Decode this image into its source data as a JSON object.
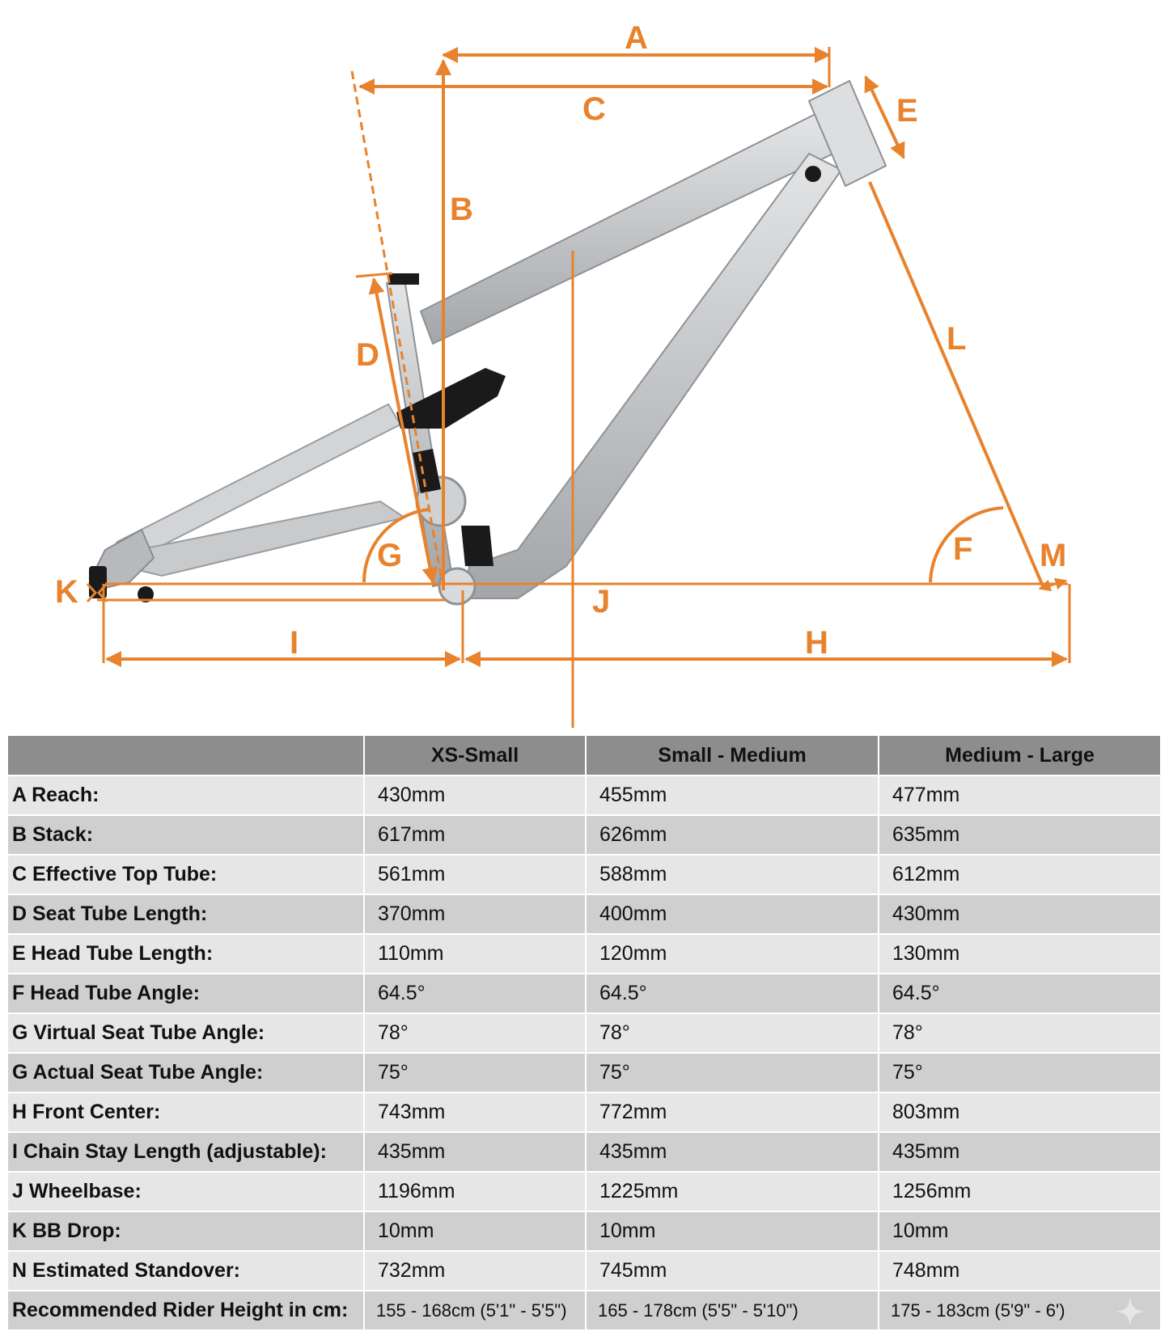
{
  "diagram": {
    "labels": {
      "A": "A",
      "B": "B",
      "C": "C",
      "D": "D",
      "E": "E",
      "F": "F",
      "G": "G",
      "H": "H",
      "I": "I",
      "J": "J",
      "K": "K",
      "L": "L",
      "M": "M"
    },
    "colors": {
      "accent": "#e8822c",
      "frame": "#c4c6c8",
      "frame_shade": "#9ea1a4",
      "hardware": "#1a1a1a"
    }
  },
  "table": {
    "headers": [
      "",
      "XS-Small",
      "Small - Medium",
      "Medium - Large"
    ],
    "rows": [
      [
        "A Reach:",
        "430mm",
        "455mm",
        "477mm"
      ],
      [
        "B Stack:",
        "617mm",
        "626mm",
        "635mm"
      ],
      [
        "C Effective Top Tube:",
        "561mm",
        "588mm",
        "612mm"
      ],
      [
        "D Seat Tube Length:",
        "370mm",
        "400mm",
        "430mm"
      ],
      [
        "E Head Tube Length:",
        "110mm",
        "120mm",
        "130mm"
      ],
      [
        "F Head Tube Angle:",
        "64.5°",
        "64.5°",
        "64.5°"
      ],
      [
        "G Virtual Seat Tube Angle:",
        "78°",
        "78°",
        "78°"
      ],
      [
        "G Actual Seat Tube Angle:",
        "75°",
        "75°",
        "75°"
      ],
      [
        "H Front Center:",
        "743mm",
        "772mm",
        "803mm"
      ],
      [
        "I Chain Stay Length (adjustable):",
        "435mm",
        "435mm",
        "435mm"
      ],
      [
        "J Wheelbase:",
        "1196mm",
        "1225mm",
        "1256mm"
      ],
      [
        "K BB Drop:",
        "10mm",
        "10mm",
        "10mm"
      ],
      [
        "N Estimated Standover:",
        "732mm",
        "745mm",
        "748mm"
      ],
      [
        "Recommended Rider Height in cm:",
        "155 - 168cm (5'1\" - 5'5\")",
        "165 - 178cm (5'5\" - 5'10\")",
        "175 - 183cm (5'9\" - 6')"
      ]
    ]
  }
}
